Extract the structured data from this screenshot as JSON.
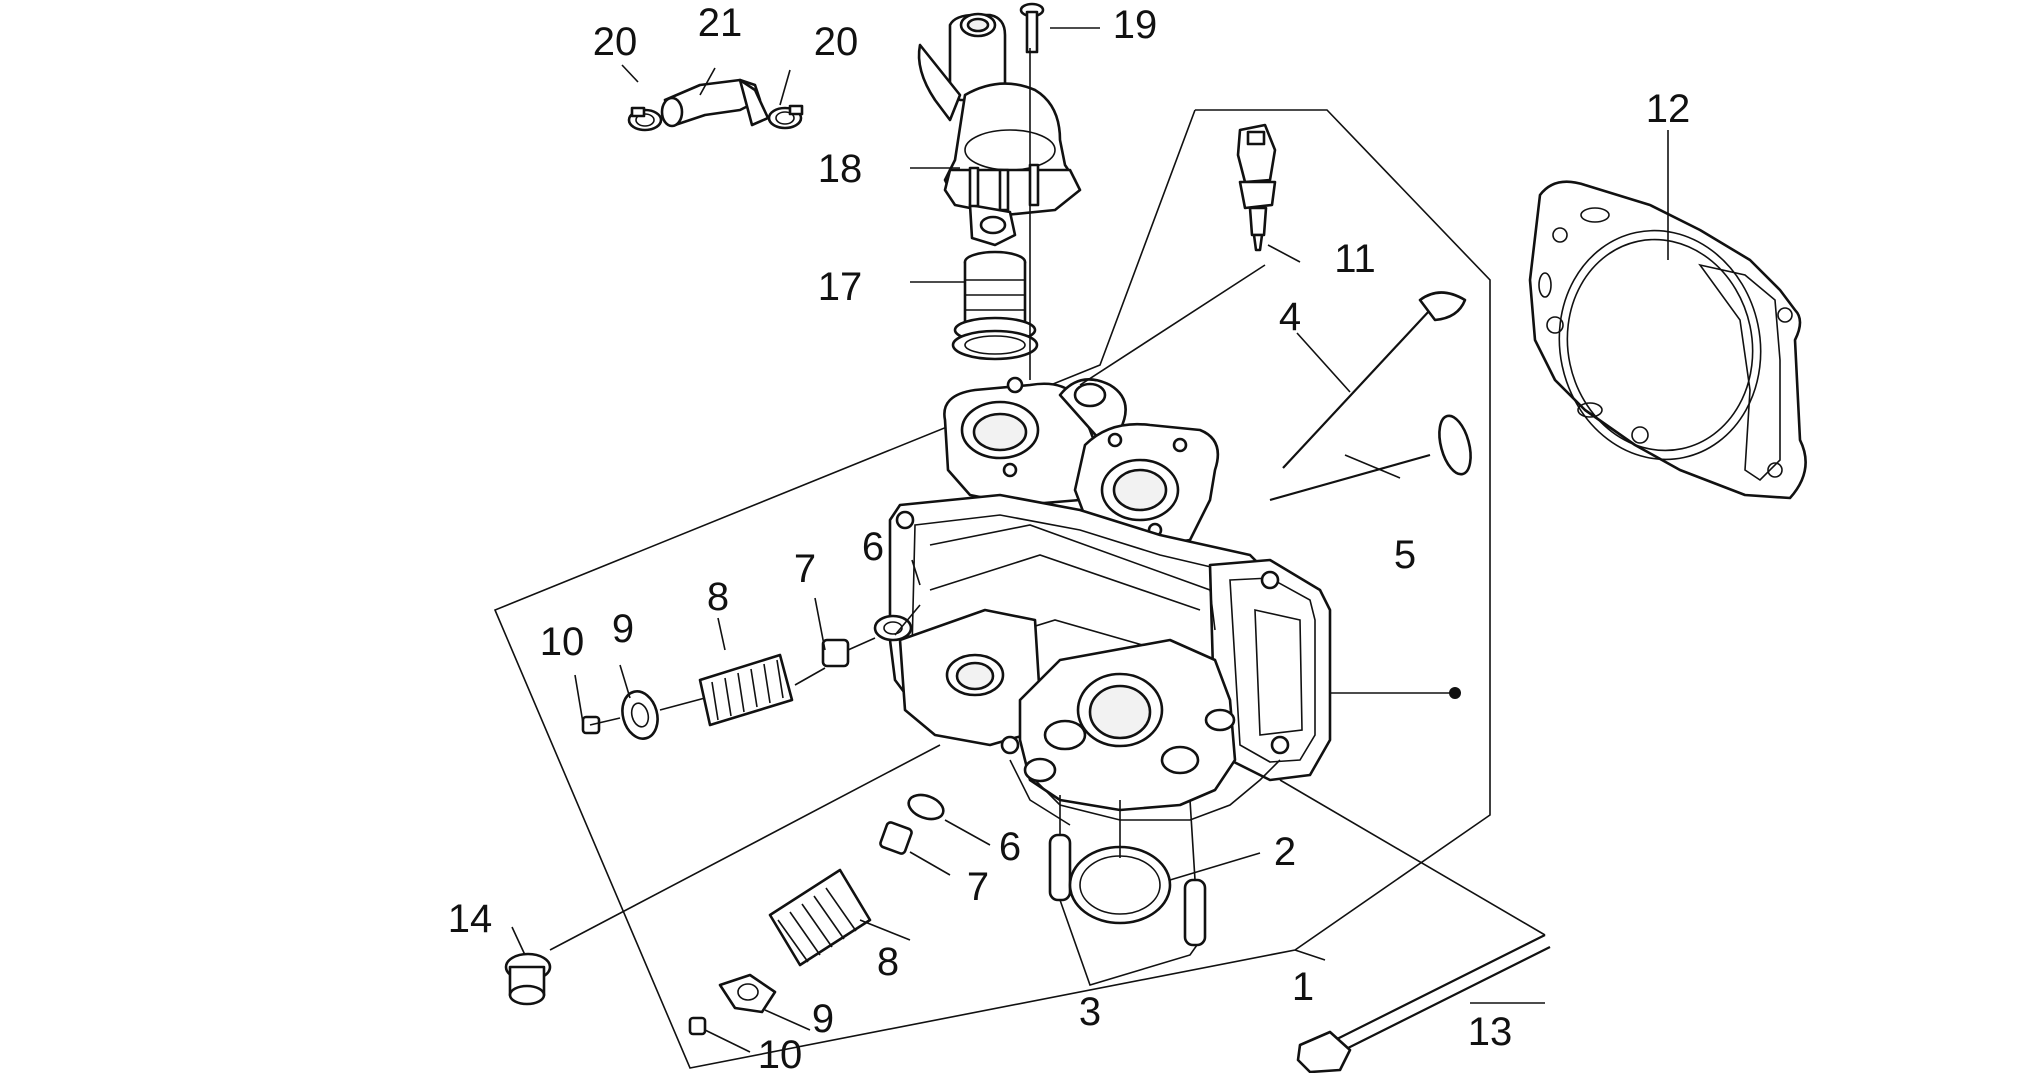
{
  "diagram": {
    "callouts": [
      {
        "id": "c1",
        "label": "1"
      },
      {
        "id": "c2",
        "label": "2"
      },
      {
        "id": "c3",
        "label": "3"
      },
      {
        "id": "c4",
        "label": "4"
      },
      {
        "id": "c5",
        "label": "5"
      },
      {
        "id": "c6a",
        "label": "6"
      },
      {
        "id": "c6b",
        "label": "6"
      },
      {
        "id": "c7a",
        "label": "7"
      },
      {
        "id": "c7b",
        "label": "7"
      },
      {
        "id": "c8a",
        "label": "8"
      },
      {
        "id": "c8b",
        "label": "8"
      },
      {
        "id": "c9a",
        "label": "9"
      },
      {
        "id": "c9b",
        "label": "9"
      },
      {
        "id": "c10a",
        "label": "10"
      },
      {
        "id": "c10b",
        "label": "10"
      },
      {
        "id": "c11",
        "label": "11"
      },
      {
        "id": "c12",
        "label": "12"
      },
      {
        "id": "c13",
        "label": "13"
      },
      {
        "id": "c14",
        "label": "14"
      },
      {
        "id": "c17",
        "label": "17"
      },
      {
        "id": "c18",
        "label": "18"
      },
      {
        "id": "c19",
        "label": "19"
      },
      {
        "id": "c20a",
        "label": "20"
      },
      {
        "id": "c20b",
        "label": "20"
      },
      {
        "id": "c21",
        "label": "21"
      }
    ]
  }
}
